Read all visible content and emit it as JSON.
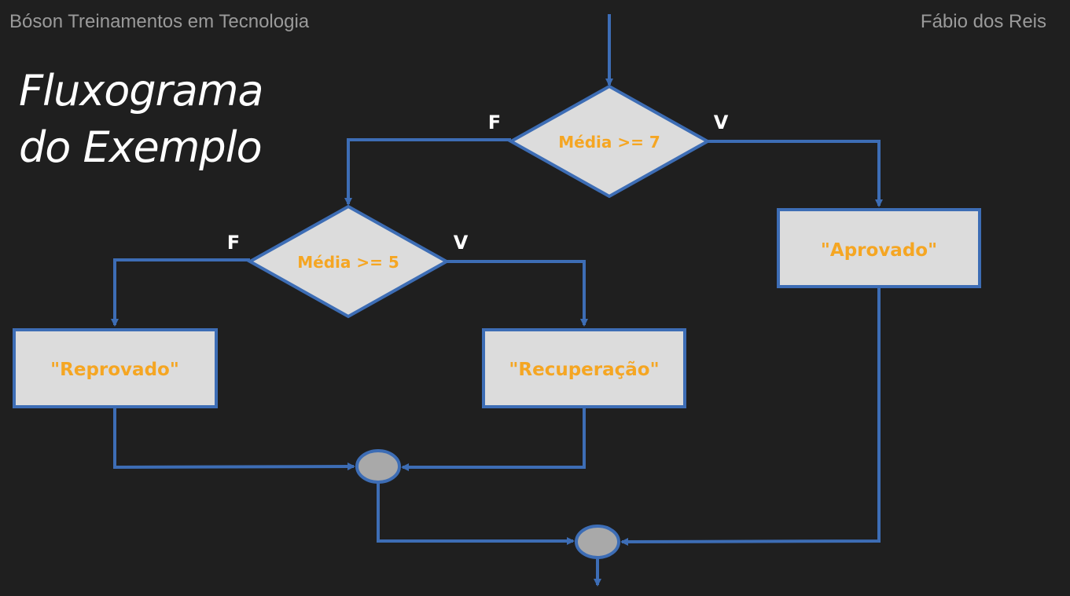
{
  "header": {
    "channel": "Bóson Treinamentos em Tecnologia",
    "author": "Fábio dos Reis"
  },
  "title": {
    "line1": "Fluxograma",
    "line2": "do Exemplo"
  },
  "diagram": {
    "decision1": {
      "label": "Média >= 7",
      "false_label": "F",
      "true_label": "V"
    },
    "decision2": {
      "label": "Média >= 5",
      "false_label": "F",
      "true_label": "V"
    },
    "box_aprovado": "\"Aprovado\"",
    "box_reprovado": "\"Reprovado\"",
    "box_recuperacao": "\"Recuperação\"",
    "colors": {
      "line": "#3d6db5",
      "shape_fill": "#dcdcdc",
      "label": "#f5a623",
      "connector": "#a9a9a9"
    }
  }
}
